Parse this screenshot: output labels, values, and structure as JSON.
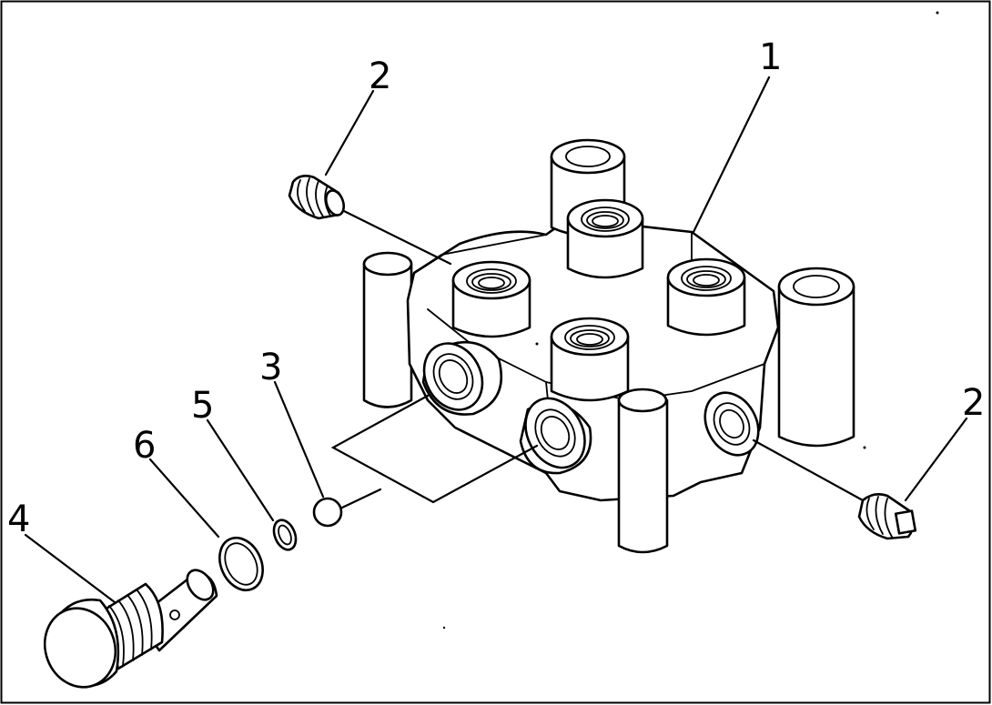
{
  "callouts": {
    "c1": "1",
    "c2a": "2",
    "c2b": "2",
    "c3": "3",
    "c4": "4",
    "c5": "5",
    "c6": "6"
  }
}
